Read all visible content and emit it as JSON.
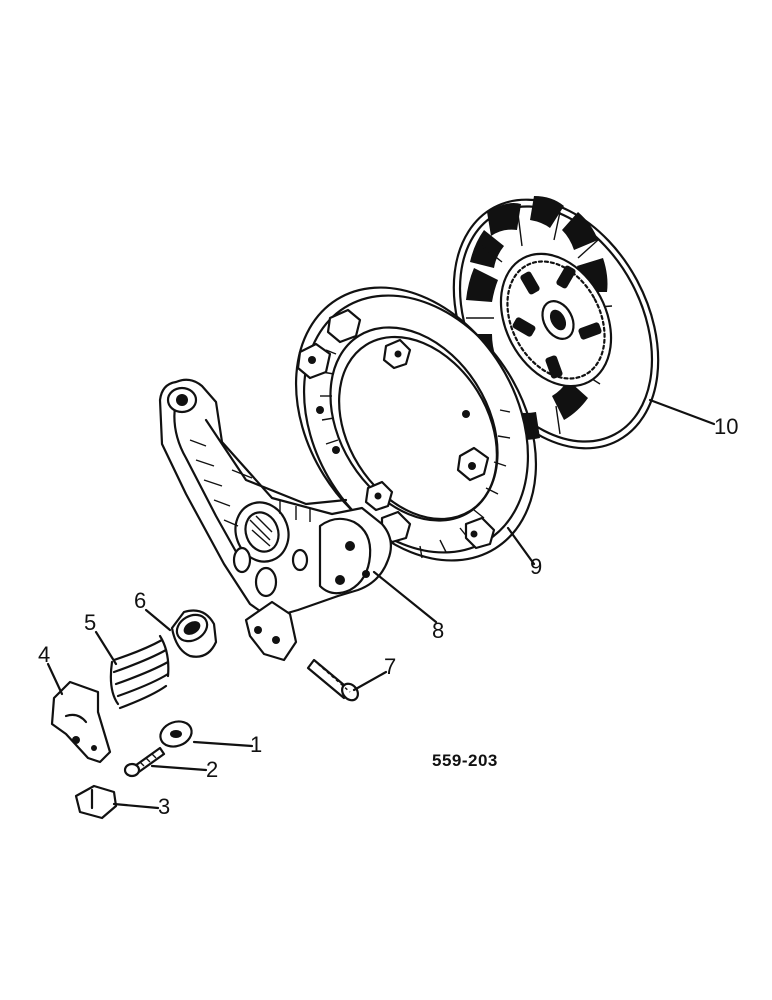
{
  "diagram": {
    "reference_code": "559-203",
    "callouts": [
      {
        "id": "1",
        "label": "1"
      },
      {
        "id": "2",
        "label": "2"
      },
      {
        "id": "3",
        "label": "3"
      },
      {
        "id": "4",
        "label": "4"
      },
      {
        "id": "5",
        "label": "5"
      },
      {
        "id": "6",
        "label": "6"
      },
      {
        "id": "7",
        "label": "7"
      },
      {
        "id": "8",
        "label": "8"
      },
      {
        "id": "9",
        "label": "9"
      },
      {
        "id": "10",
        "label": "10"
      }
    ]
  }
}
